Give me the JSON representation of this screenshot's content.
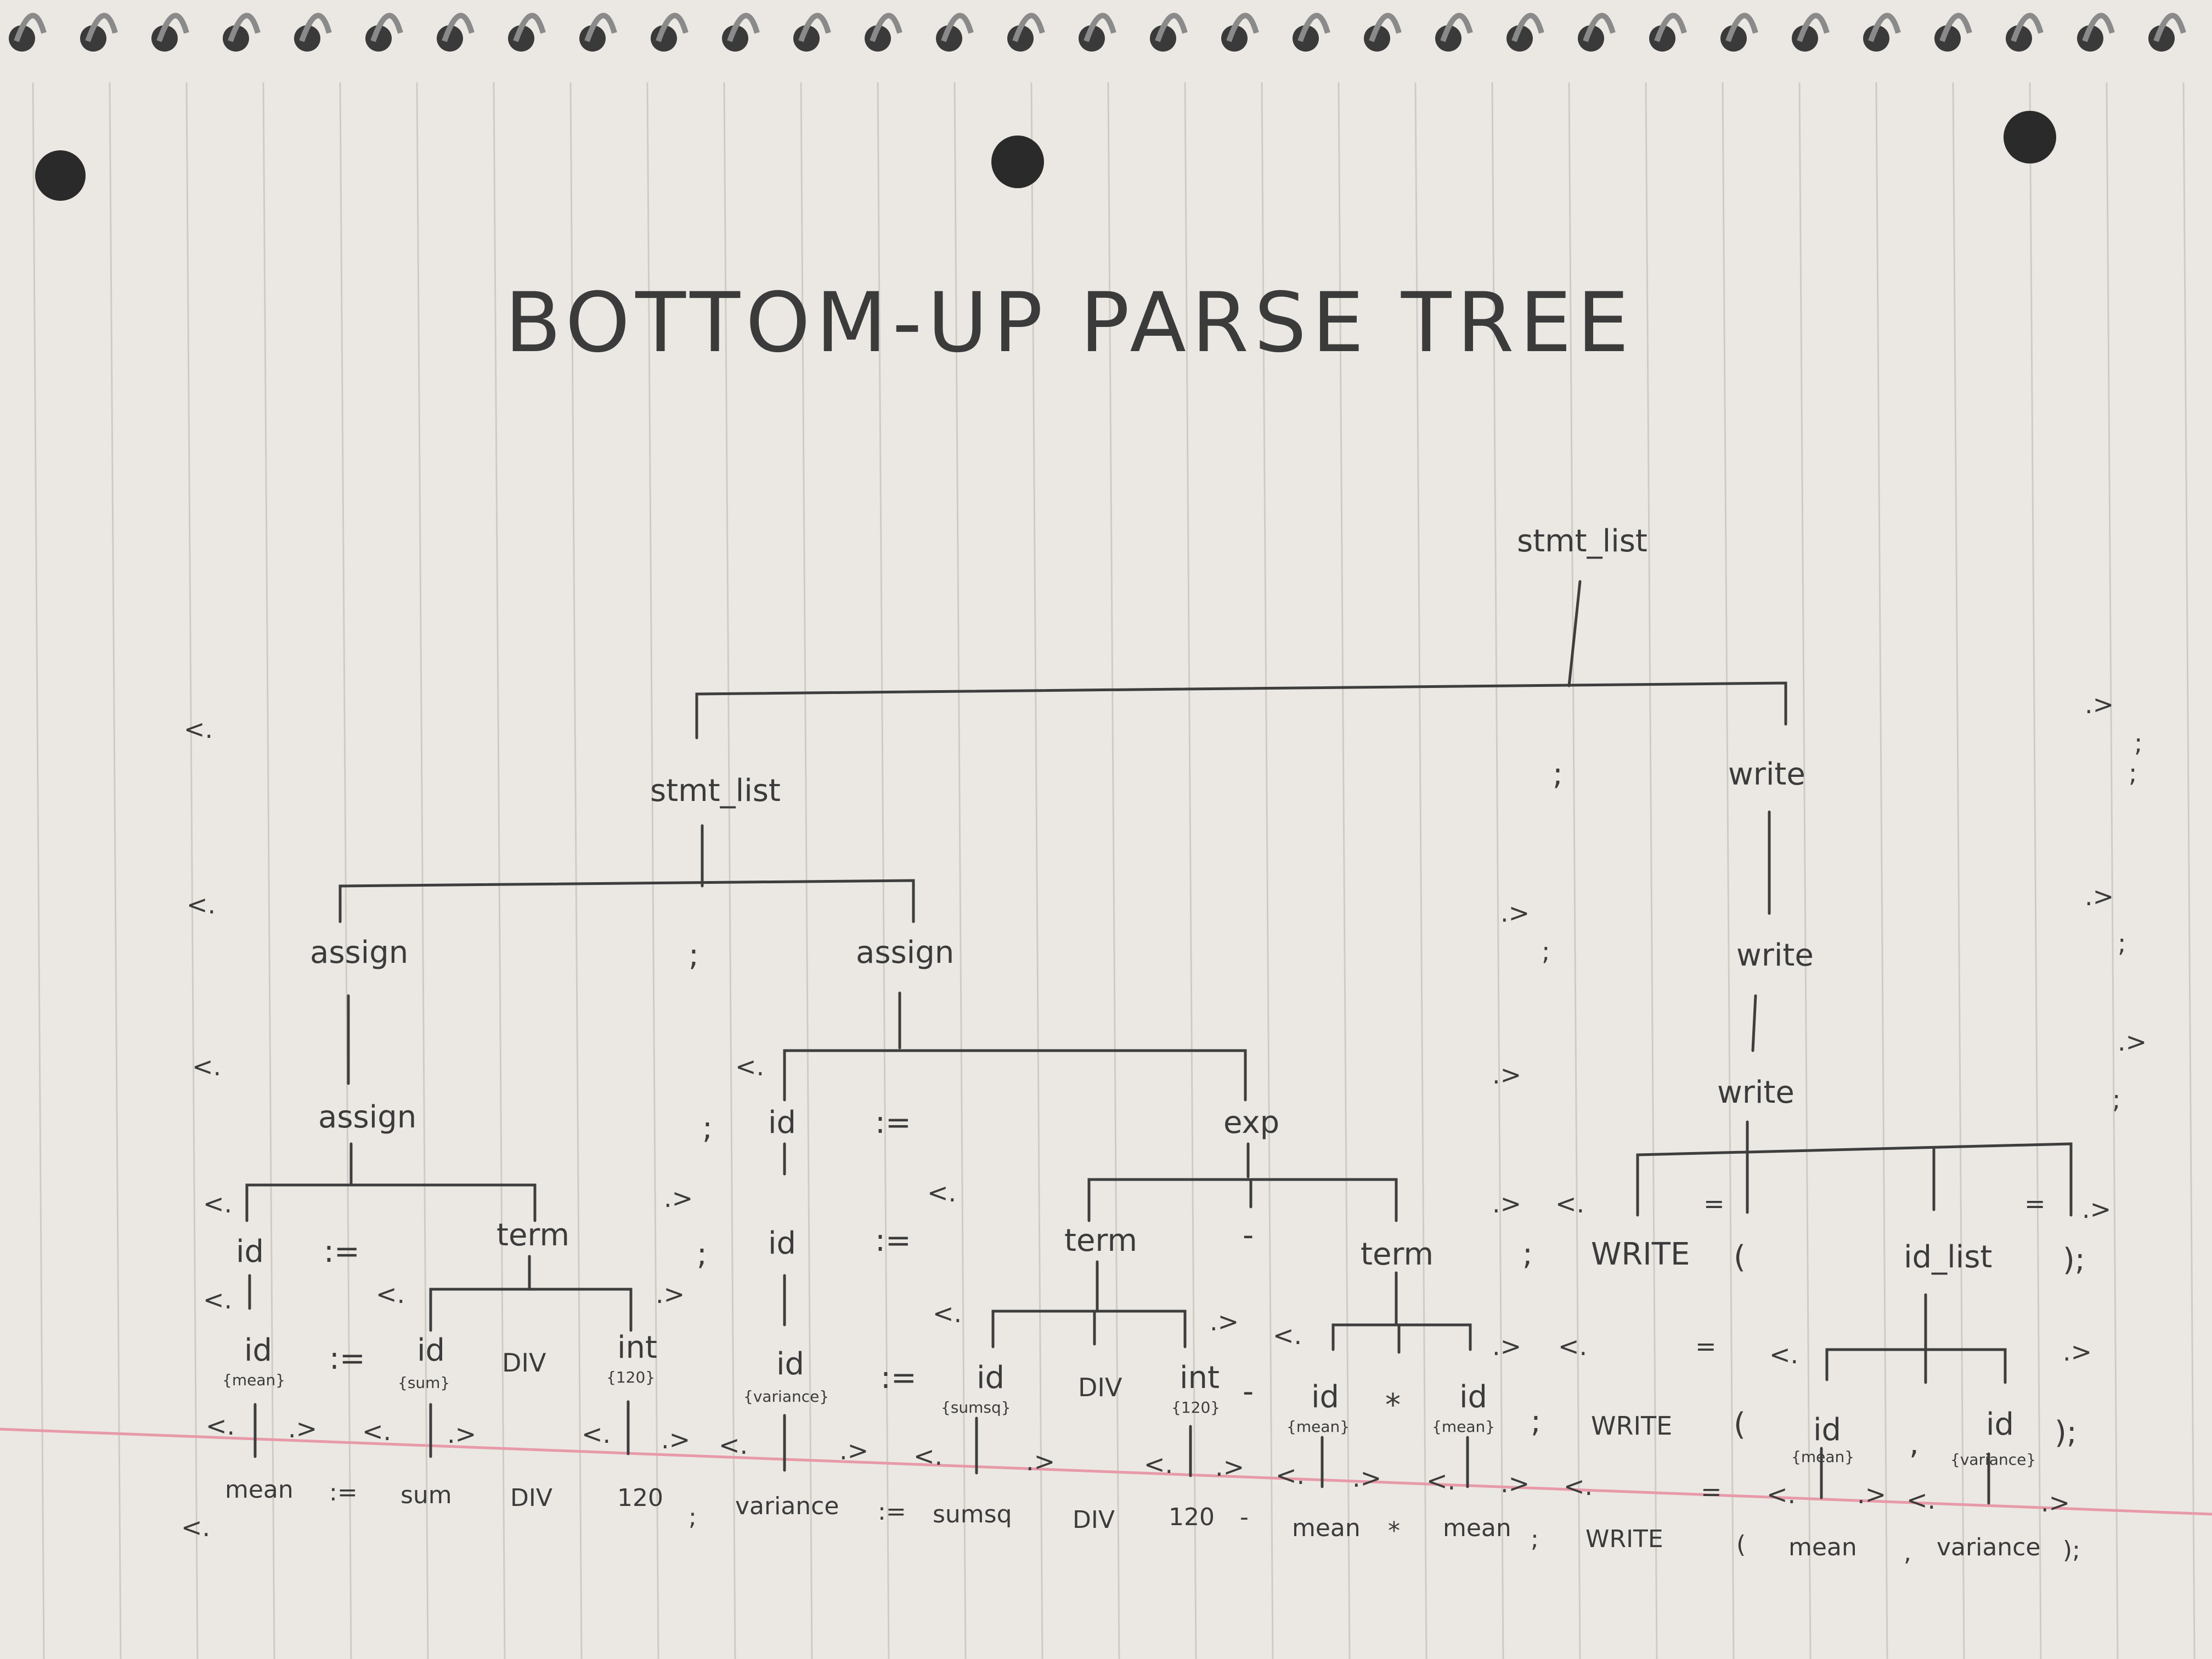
{
  "title": "BOTTOM-UP PARSE TREE",
  "colors": {
    "paper": "#ebe8e3",
    "rule": "#cfcbc4",
    "margin": "#e79aa8",
    "pencil": "#3b3b3b"
  },
  "tree": {
    "root": "stmt_list",
    "level1": {
      "left": "stmt_list",
      "semi": ";",
      "right": "write"
    },
    "level2": {
      "assign_a": "assign",
      "semi": ";",
      "assign_b": "assign",
      "write": "write"
    },
    "level3": {
      "assign": "assign",
      "semi": ";",
      "id": "id",
      "assign_op": ":=",
      "exp": "exp",
      "write": "write"
    },
    "level4": {
      "id": "id",
      "assign_op": ":=",
      "term": "term",
      "semi": ";",
      "id2": "id",
      "assign_op2": ":=",
      "term2": "term",
      "minus": "-",
      "term3": "term",
      "write_kw": "WRITE",
      "lparen": "(",
      "id_list": "id_list",
      "rparen": ");"
    },
    "level5": {
      "id_a": "id",
      "ann_a": "{mean}",
      "assign_op": ":=",
      "id_b": "id",
      "ann_b": "{sum}",
      "div": "DIV",
      "int_a": "int",
      "ann_int_a": "{120}",
      "id_c": "id",
      "ann_c": "{variance}",
      "assign_op2": ":=",
      "id_d": "id",
      "ann_d": "{sumsq}",
      "div2": "DIV",
      "int_b": "int",
      "ann_int_b": "{120}",
      "minus": "-",
      "id_e": "id",
      "ann_e": "{mean}",
      "star": "*",
      "id_f": "id",
      "ann_f": "{mean}",
      "semi": ";",
      "write_kw": "WRITE",
      "lparen": "(",
      "id_g": "id",
      "ann_g": "{mean}",
      "comma": ",",
      "id_h": "id",
      "ann_h": "{variance}",
      "rparen": ");"
    },
    "tokens": [
      "mean",
      ":=",
      "sum",
      "DIV",
      "120",
      ";",
      "variance",
      ":=",
      "sumsq",
      "DIV",
      "120",
      "-",
      "mean",
      "*",
      "mean",
      ";",
      "WRITE",
      "(",
      "mean",
      ",",
      "variance",
      ");"
    ]
  },
  "markers": {
    "open": "<.",
    "close": ".>",
    "semi": ";",
    "eq": "="
  }
}
